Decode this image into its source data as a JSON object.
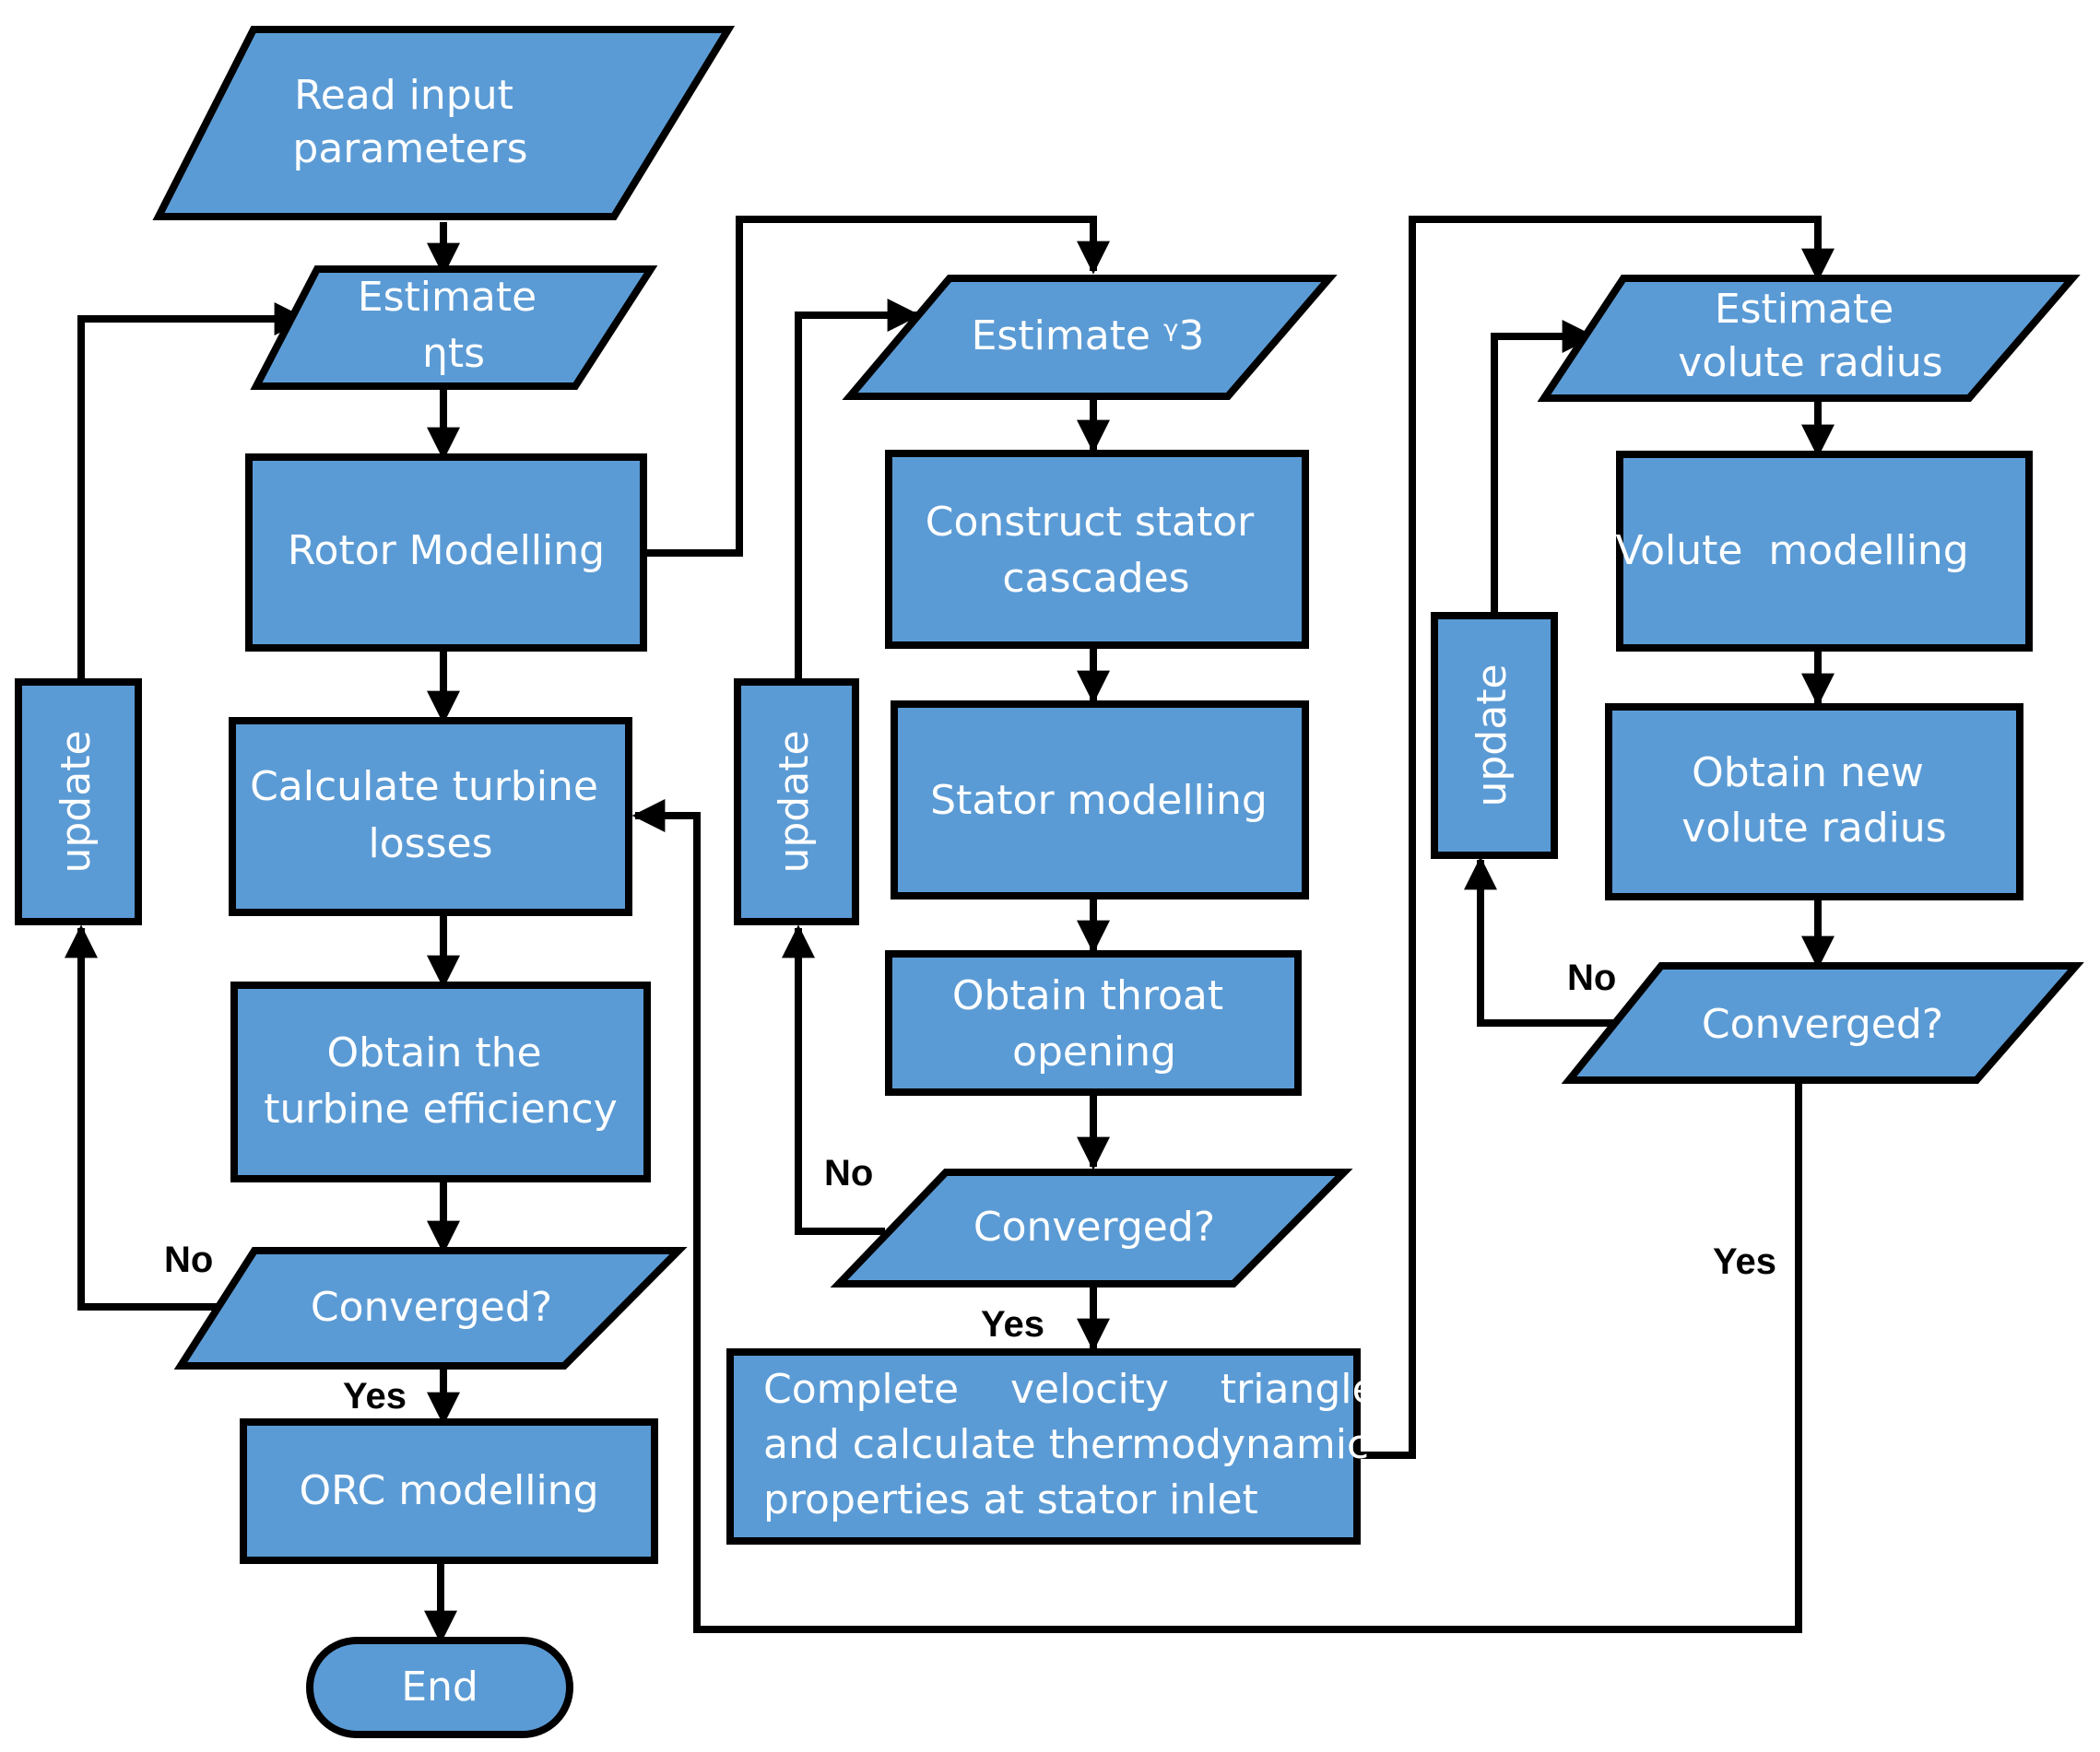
{
  "nodes": {
    "read_input": [
      "Read input",
      "parameters"
    ],
    "estimate_eta": [
      "Estimate",
      "ηts"
    ],
    "rotor_modelling": [
      "Rotor Modelling"
    ],
    "calc_losses": [
      "Calculate turbine",
      "losses"
    ],
    "obtain_efficiency": [
      "Obtain the",
      "turbine efficiency"
    ],
    "converged_1": [
      "Converged?"
    ],
    "orc_modelling": [
      "ORC modelling"
    ],
    "end": [
      "End"
    ],
    "estimate_alpha3": [
      "Estimate ᵞ3"
    ],
    "construct_stator": [
      "Construct stator",
      "cascades"
    ],
    "stator_modelling": [
      "Stator modelling"
    ],
    "throat_opening": [
      "Obtain throat",
      "opening"
    ],
    "converged_2": [
      "Converged?"
    ],
    "complete_velocity": [
      "Complete    velocity    triangle",
      "and calculate thermodynamic",
      "properties at stator inlet"
    ],
    "estimate_volute": [
      "Estimate",
      "volute radius"
    ],
    "volute_modelling": [
      "Volute  modelling"
    ],
    "new_volute": [
      "Obtain new",
      "volute radius"
    ],
    "converged_3": [
      "Converged?"
    ],
    "update_1": [
      "update"
    ],
    "update_2": [
      "update"
    ],
    "update_3": [
      "update"
    ]
  },
  "edge_labels": {
    "no_1": "No",
    "yes_1": "Yes",
    "no_2": "No",
    "yes_2": "Yes",
    "no_3": "No",
    "yes_3": "Yes"
  },
  "colors": {
    "fill": "#5b9bd5",
    "stroke": "#000000",
    "node_text": "#ffffff"
  }
}
